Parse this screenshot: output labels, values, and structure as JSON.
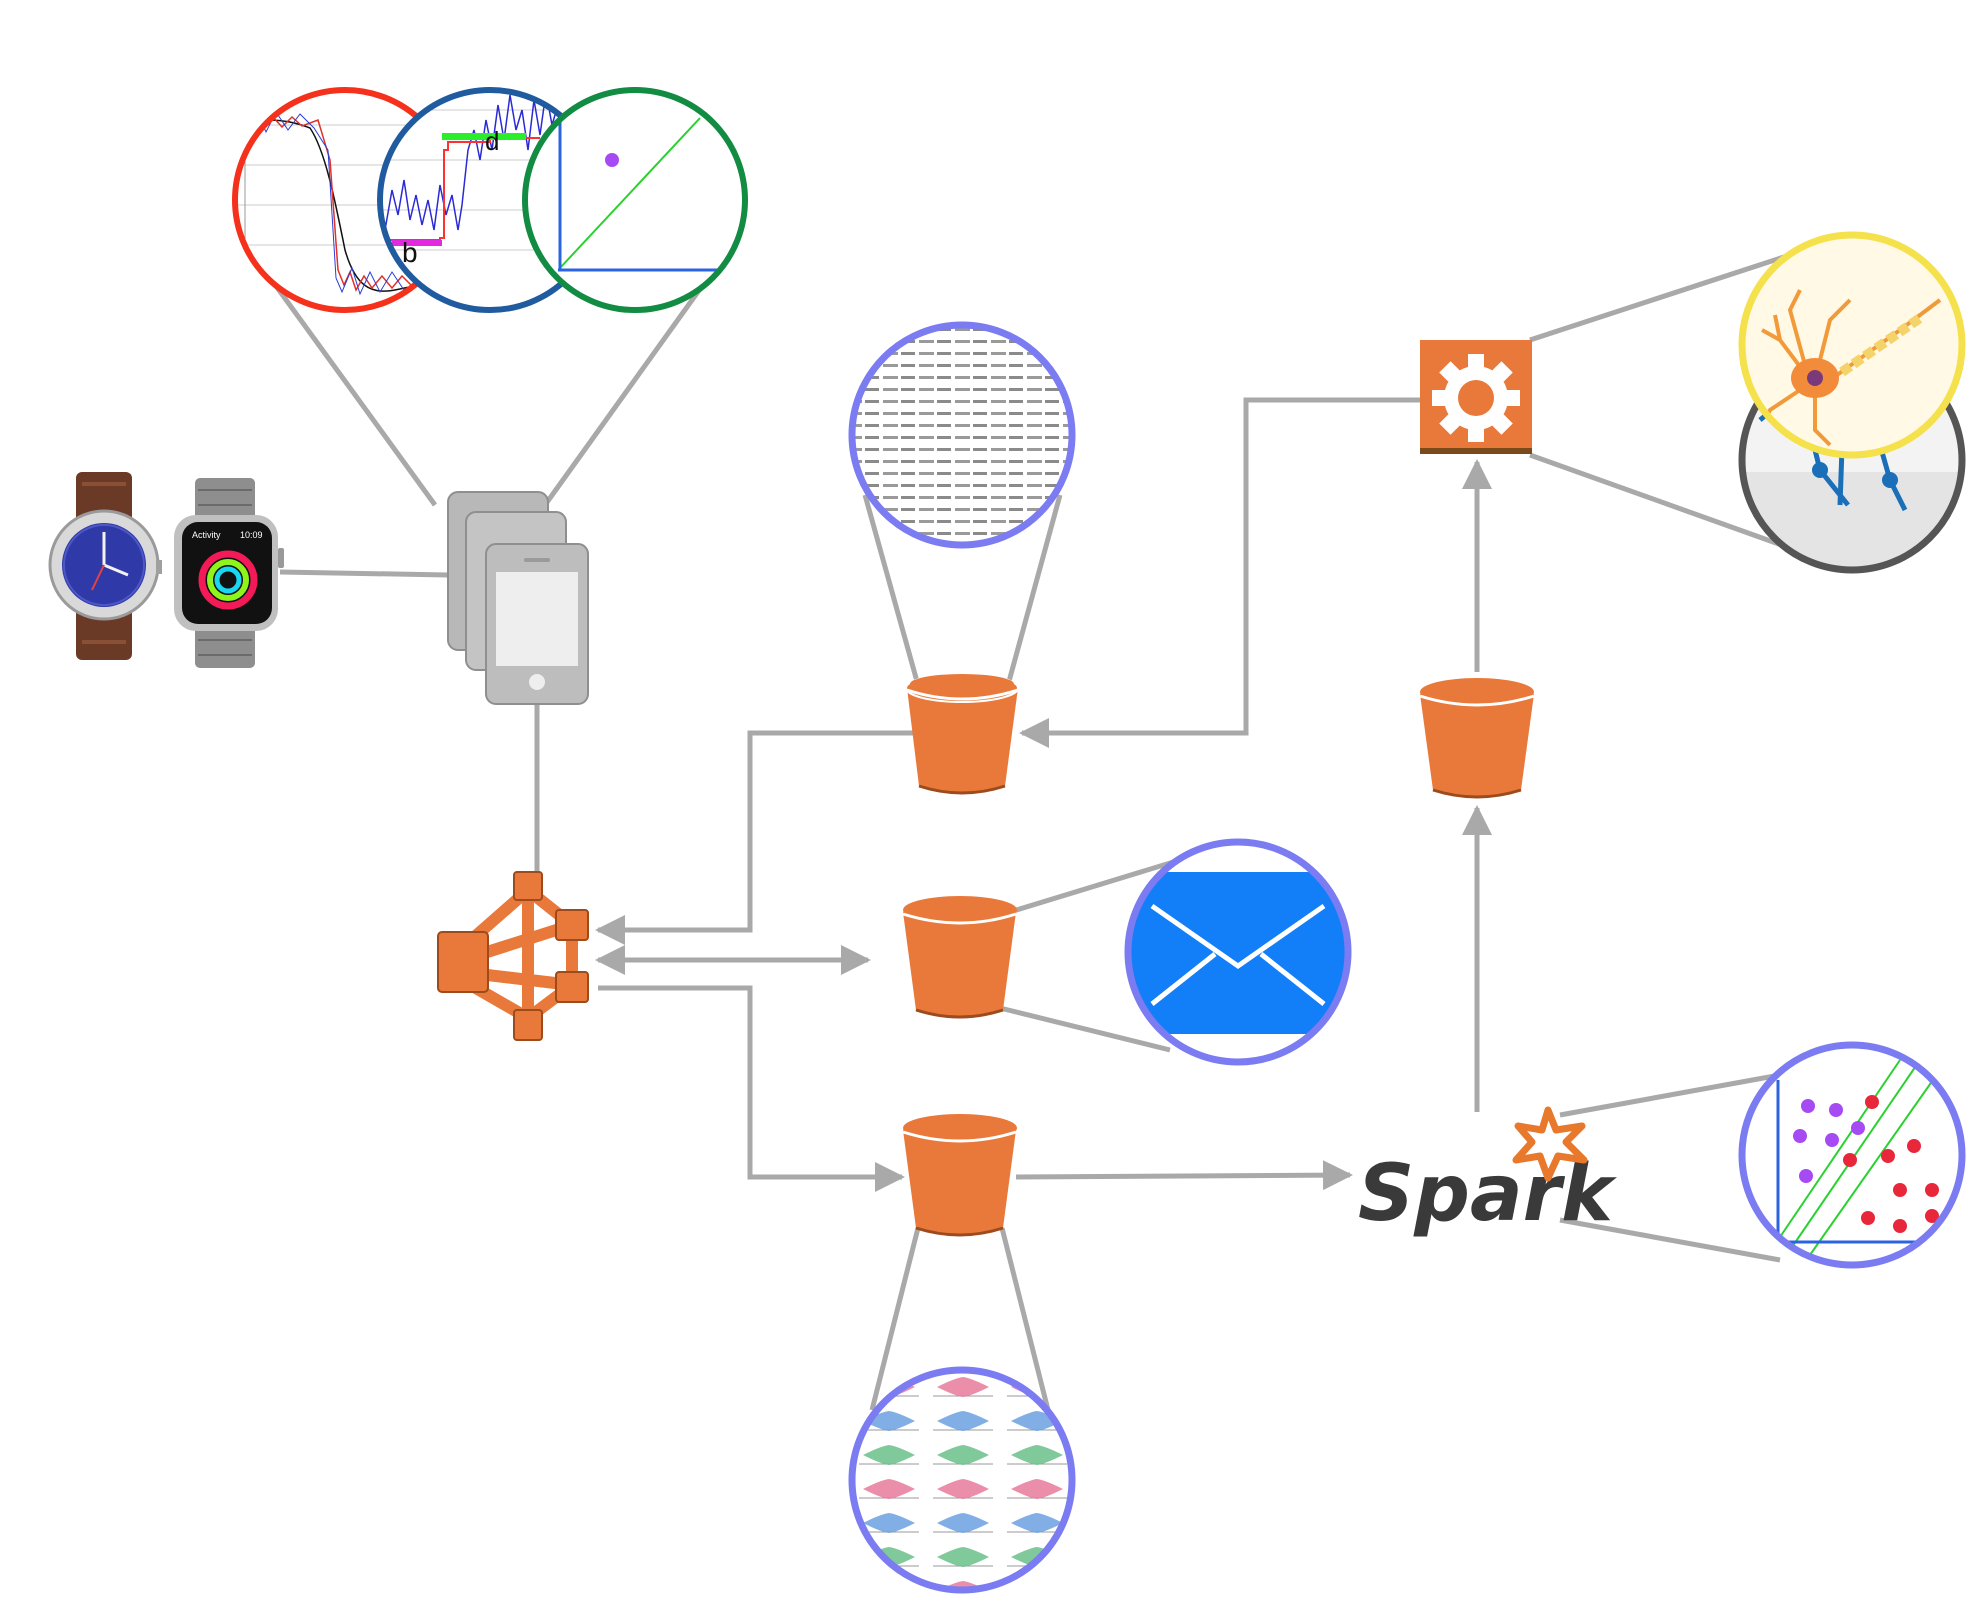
{
  "spark": {
    "label": "Spark"
  },
  "watch": {
    "activity_label": "Activity",
    "time": "10:09"
  },
  "colors": {
    "connector": "#a9a9a9",
    "aws_orange": "#e8793a",
    "aws_dark": "#9d4b1c",
    "lens_red": "#f5301b",
    "lens_blue": "#1f5b9e",
    "lens_green": "#128b43",
    "lens_periwinkle": "#7b7bf2",
    "lens_yellow": "#f4e14b",
    "lens_dark": "#555555",
    "mail_blue": "#127ef8"
  },
  "icons": [
    "pebble-watch-icon",
    "apple-watch-icon",
    "mobile-devices-icon",
    "network-hub-icon",
    "s3-bucket-icon",
    "compute-gear-icon",
    "spark-logo",
    "mail-icon"
  ]
}
